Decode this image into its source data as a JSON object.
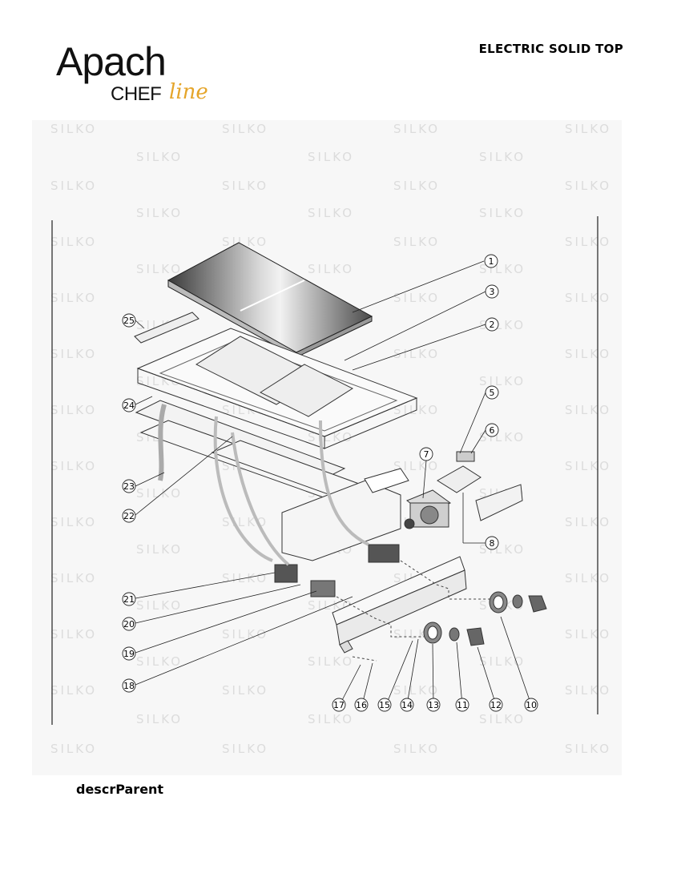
{
  "header": {
    "brand": "Apach",
    "sub_brand": "CHEF",
    "sub_brand_script": "line",
    "document_title": "ELECTRIC SOLID TOP"
  },
  "watermark": "SILKO",
  "parts": [
    "1",
    "2",
    "3",
    "5",
    "6",
    "7",
    "8",
    "10",
    "11",
    "12",
    "13",
    "14",
    "15",
    "16",
    "17",
    "18",
    "19",
    "20",
    "21",
    "22",
    "23",
    "24",
    "25"
  ],
  "footer": {
    "text": "descrParent"
  }
}
